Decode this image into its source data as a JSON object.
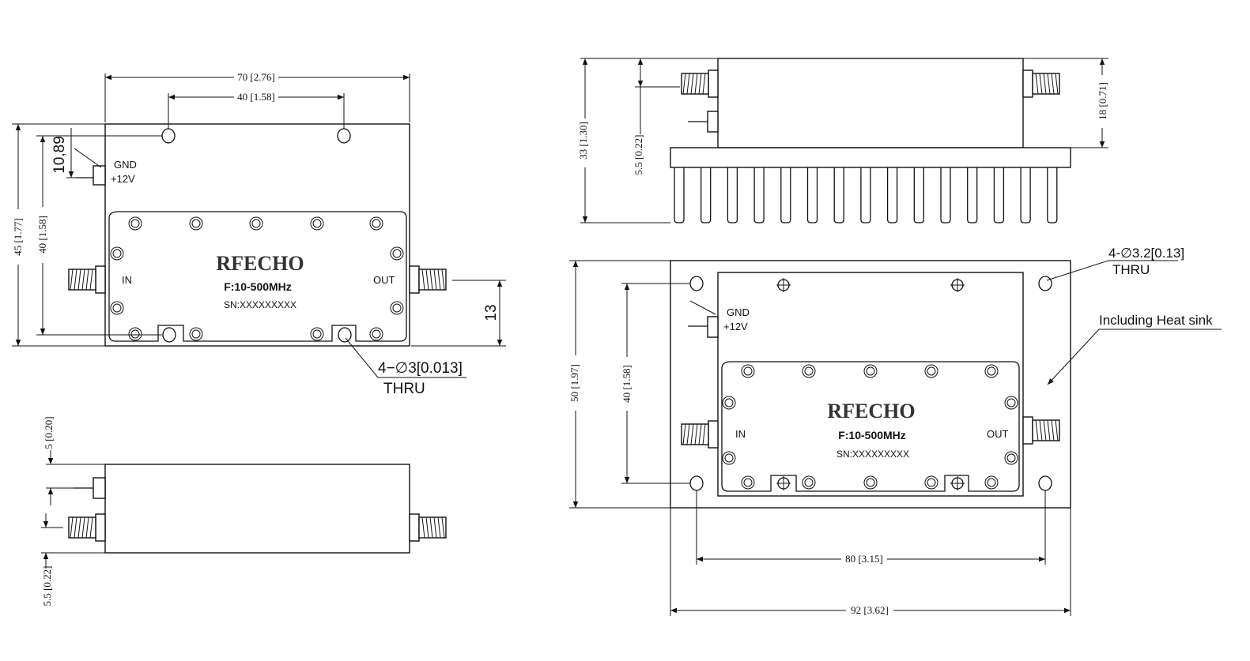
{
  "product": {
    "brand": "RFECHO",
    "frequency": "F:10-500MHz",
    "serial": "SN:XXXXXXXXX",
    "port_in": "IN",
    "port_out": "OUT",
    "gnd": "GND",
    "supply": "+12V"
  },
  "top_view": {
    "dim_width": "70 [2.76]",
    "dim_hole_spacing": "40 [1.58]",
    "dim_height": "45 [1.77]",
    "dim_hole_vertical": "40 [1.58]",
    "dim_pin_offset": "10,89",
    "dim_connector_offset": "13",
    "holes_callout": "4−∅3[0.013]",
    "holes_thru": "THRU"
  },
  "side_view": {
    "dim_top": "5 [0.20]",
    "dim_bottom": "5.5 [0.22]"
  },
  "heatsink_side_view": {
    "dim_total_height": "33 [1.30]",
    "dim_connector_height": "5.5 [0.22]",
    "dim_body_height": "18 [0.71]"
  },
  "heatsink_top_view": {
    "dim_height": "50 [1.97]",
    "dim_hole_vertical": "40 [1.58]",
    "dim_hole_spacing": "80 [3.15]",
    "dim_width": "92 [3.62]",
    "holes_callout": "4-∅3.2[0.13]",
    "holes_thru": "THRU",
    "heatsink_note": "Including Heat sink"
  },
  "colors": {
    "line": "#111111",
    "brand": "#333333",
    "background": "#ffffff"
  }
}
